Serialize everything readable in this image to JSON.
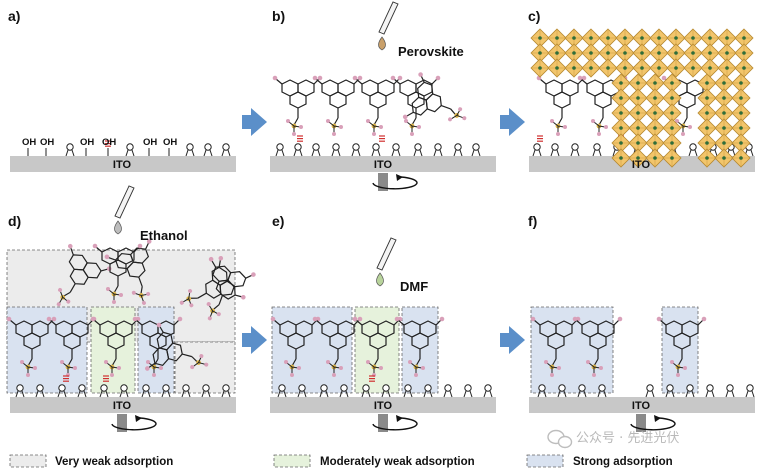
{
  "panels": {
    "a": {
      "label": "a)",
      "substrate": "ITO",
      "oh_label": "OH"
    },
    "b": {
      "label": "b)",
      "substrate": "ITO",
      "solvent": "Perovskite"
    },
    "c": {
      "label": "c)",
      "substrate": "ITO"
    },
    "d": {
      "label": "d)",
      "substrate": "ITO",
      "solvent": "Ethanol"
    },
    "e": {
      "label": "e)",
      "substrate": "ITO",
      "solvent": "DMF"
    },
    "f": {
      "label": "f)",
      "substrate": "ITO"
    }
  },
  "legend": {
    "very_weak": "Very weak adsorption",
    "moderate": "Moderately weak adsorption",
    "strong": "Strong adsorption"
  },
  "watermark": "公众号 · 先进光伏",
  "colors": {
    "substrate": "#c8c8c8",
    "arrow": "#5b8fc9",
    "very_weak_box": "#ececec",
    "moderate_box": "#e6f2dc",
    "strong_box": "#d9e2f0",
    "perovskite_octahedra": "#f2c56b",
    "h_bond": "#d0302f",
    "atom_pink": "#d9a0b9",
    "pipette_perovskite": "#c9a06a",
    "pipette_ethanol": "#bdbdbd",
    "pipette_dmf": "#b8d39b"
  },
  "icons": [
    "spin-arrow-icon",
    "pipette-icon",
    "flow-arrow-icon",
    "wechat-icon"
  ]
}
